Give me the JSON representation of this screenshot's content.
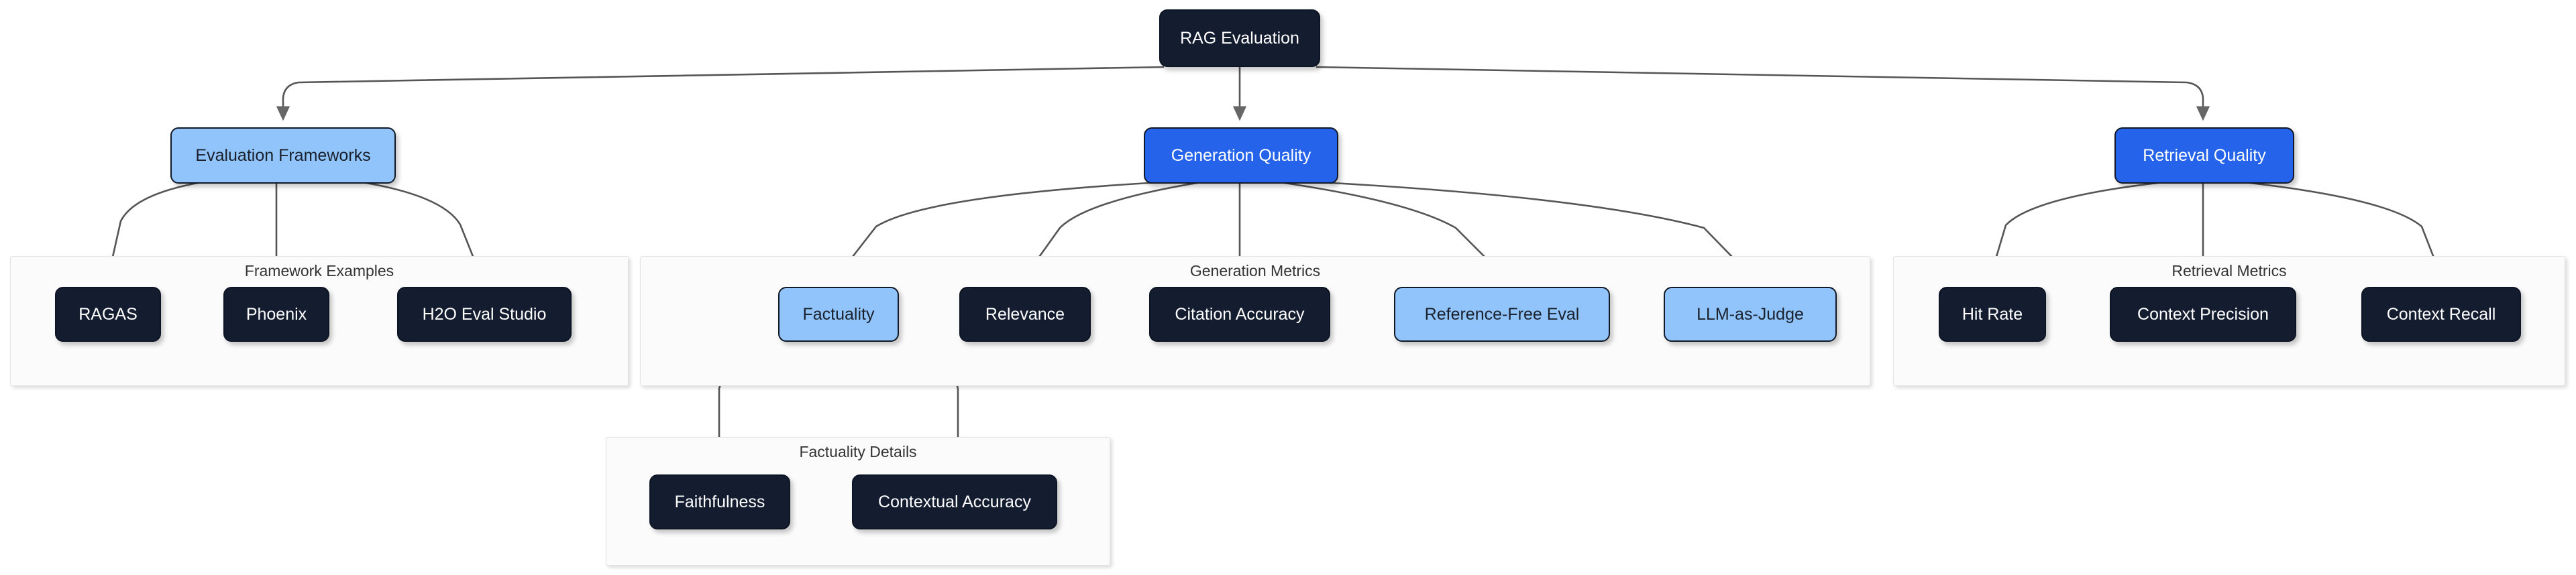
{
  "diagram": {
    "title": "RAG Evaluation",
    "type": "flowchart",
    "direction": "top-down",
    "colors": {
      "dark_node_fill": "#141c30",
      "dark_node_text": "#ffffff",
      "light_node_fill": "#90c4fa",
      "light_node_text": "#1a202c",
      "accent_node_fill": "#2563eb",
      "accent_node_text": "#ffffff",
      "cluster_fill": "#fbfbfb",
      "cluster_border": "#e4e4e4",
      "edge_stroke": "#555555",
      "canvas_background": "#ffffff"
    }
  },
  "root": {
    "label": "RAG Evaluation",
    "style": "dark"
  },
  "branches": [
    {
      "label": "Evaluation Frameworks",
      "style": "light"
    },
    {
      "label": "Generation Quality",
      "style": "accent"
    },
    {
      "label": "Retrieval Quality",
      "style": "accent"
    }
  ],
  "clusters": [
    {
      "label": "Framework Examples",
      "nodes": [
        {
          "label": "RAGAS",
          "style": "dark"
        },
        {
          "label": "Phoenix",
          "style": "dark"
        },
        {
          "label": "H2O Eval Studio",
          "style": "dark"
        }
      ]
    },
    {
      "label": "Generation Metrics",
      "nodes": [
        {
          "label": "Factuality",
          "style": "light"
        },
        {
          "label": "Relevance",
          "style": "dark"
        },
        {
          "label": "Citation Accuracy",
          "style": "dark"
        },
        {
          "label": "Reference-Free Eval",
          "style": "light"
        },
        {
          "label": "LLM-as-Judge",
          "style": "light"
        }
      ]
    },
    {
      "label": "Retrieval Metrics",
      "nodes": [
        {
          "label": "Hit Rate",
          "style": "dark"
        },
        {
          "label": "Context Precision",
          "style": "dark"
        },
        {
          "label": "Context Recall",
          "style": "dark"
        }
      ]
    },
    {
      "label": "Factuality Details",
      "nodes": [
        {
          "label": "Faithfulness",
          "style": "dark"
        },
        {
          "label": "Contextual Accuracy",
          "style": "dark"
        }
      ]
    }
  ]
}
